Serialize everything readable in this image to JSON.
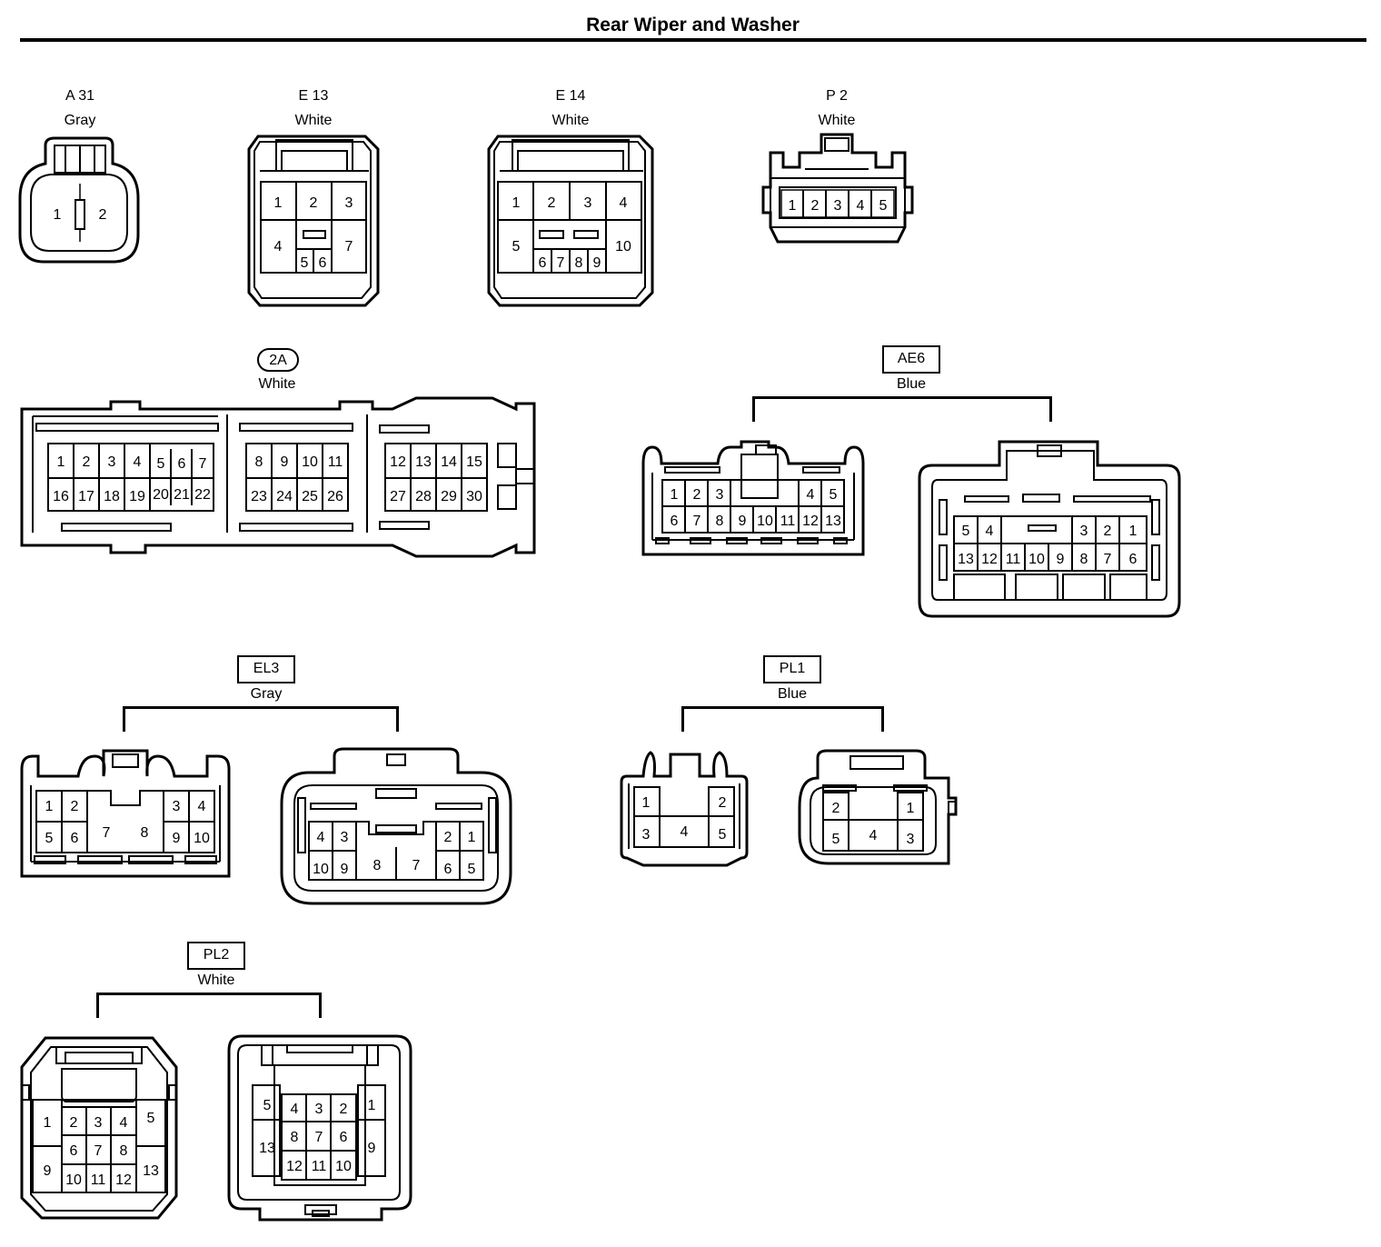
{
  "title": "Rear Wiper and Washer",
  "connectors": {
    "a31": {
      "code": "A 31",
      "color": "Gray",
      "pins": [
        "1",
        "2"
      ]
    },
    "e13": {
      "code": "E 13",
      "color": "White",
      "pins": [
        "1",
        "2",
        "3",
        "4",
        "7",
        "5",
        "6"
      ]
    },
    "e14": {
      "code": "E 14",
      "color": "White",
      "pins": [
        "1",
        "2",
        "3",
        "4",
        "5",
        "10",
        "6",
        "7",
        "8",
        "9"
      ]
    },
    "p2": {
      "code": "P 2",
      "color": "White",
      "pins": [
        "1",
        "2",
        "3",
        "4",
        "5"
      ]
    },
    "c2a": {
      "code": "2A",
      "color": "White",
      "pins": [
        "1",
        "2",
        "3",
        "4",
        "5",
        "6",
        "7",
        "16",
        "17",
        "18",
        "19",
        "20",
        "21",
        "22",
        "8",
        "9",
        "10",
        "11",
        "23",
        "24",
        "25",
        "26",
        "12",
        "13",
        "14",
        "15",
        "27",
        "28",
        "29",
        "30"
      ]
    },
    "ae6": {
      "code": "AE6",
      "color": "Blue",
      "left_pins": [
        "1",
        "2",
        "3",
        "4",
        "5",
        "6",
        "7",
        "8",
        "9",
        "10",
        "11",
        "12",
        "13"
      ],
      "right_pins": [
        "5",
        "4",
        "3",
        "2",
        "1",
        "13",
        "12",
        "11",
        "10",
        "9",
        "8",
        "7",
        "6"
      ]
    },
    "el3": {
      "code": "EL3",
      "color": "Gray",
      "left_pins": [
        "1",
        "2",
        "3",
        "4",
        "5",
        "6",
        "7",
        "8",
        "9",
        "10"
      ],
      "right_pins": [
        "4",
        "3",
        "2",
        "1",
        "10",
        "9",
        "8",
        "7",
        "6",
        "5"
      ]
    },
    "pl1": {
      "code": "PL1",
      "color": "Blue",
      "left_pins": [
        "1",
        "2",
        "3",
        "4",
        "5"
      ],
      "right_pins": [
        "2",
        "1",
        "5",
        "4",
        "3"
      ]
    },
    "pl2": {
      "code": "PL2",
      "color": "White",
      "left_pins": [
        "1",
        "2",
        "3",
        "4",
        "5",
        "9",
        "6",
        "7",
        "8",
        "13",
        "10",
        "11",
        "12"
      ],
      "right_pins": [
        "5",
        "4",
        "3",
        "2",
        "1",
        "13",
        "8",
        "7",
        "6",
        "9",
        "12",
        "11",
        "10"
      ]
    }
  }
}
